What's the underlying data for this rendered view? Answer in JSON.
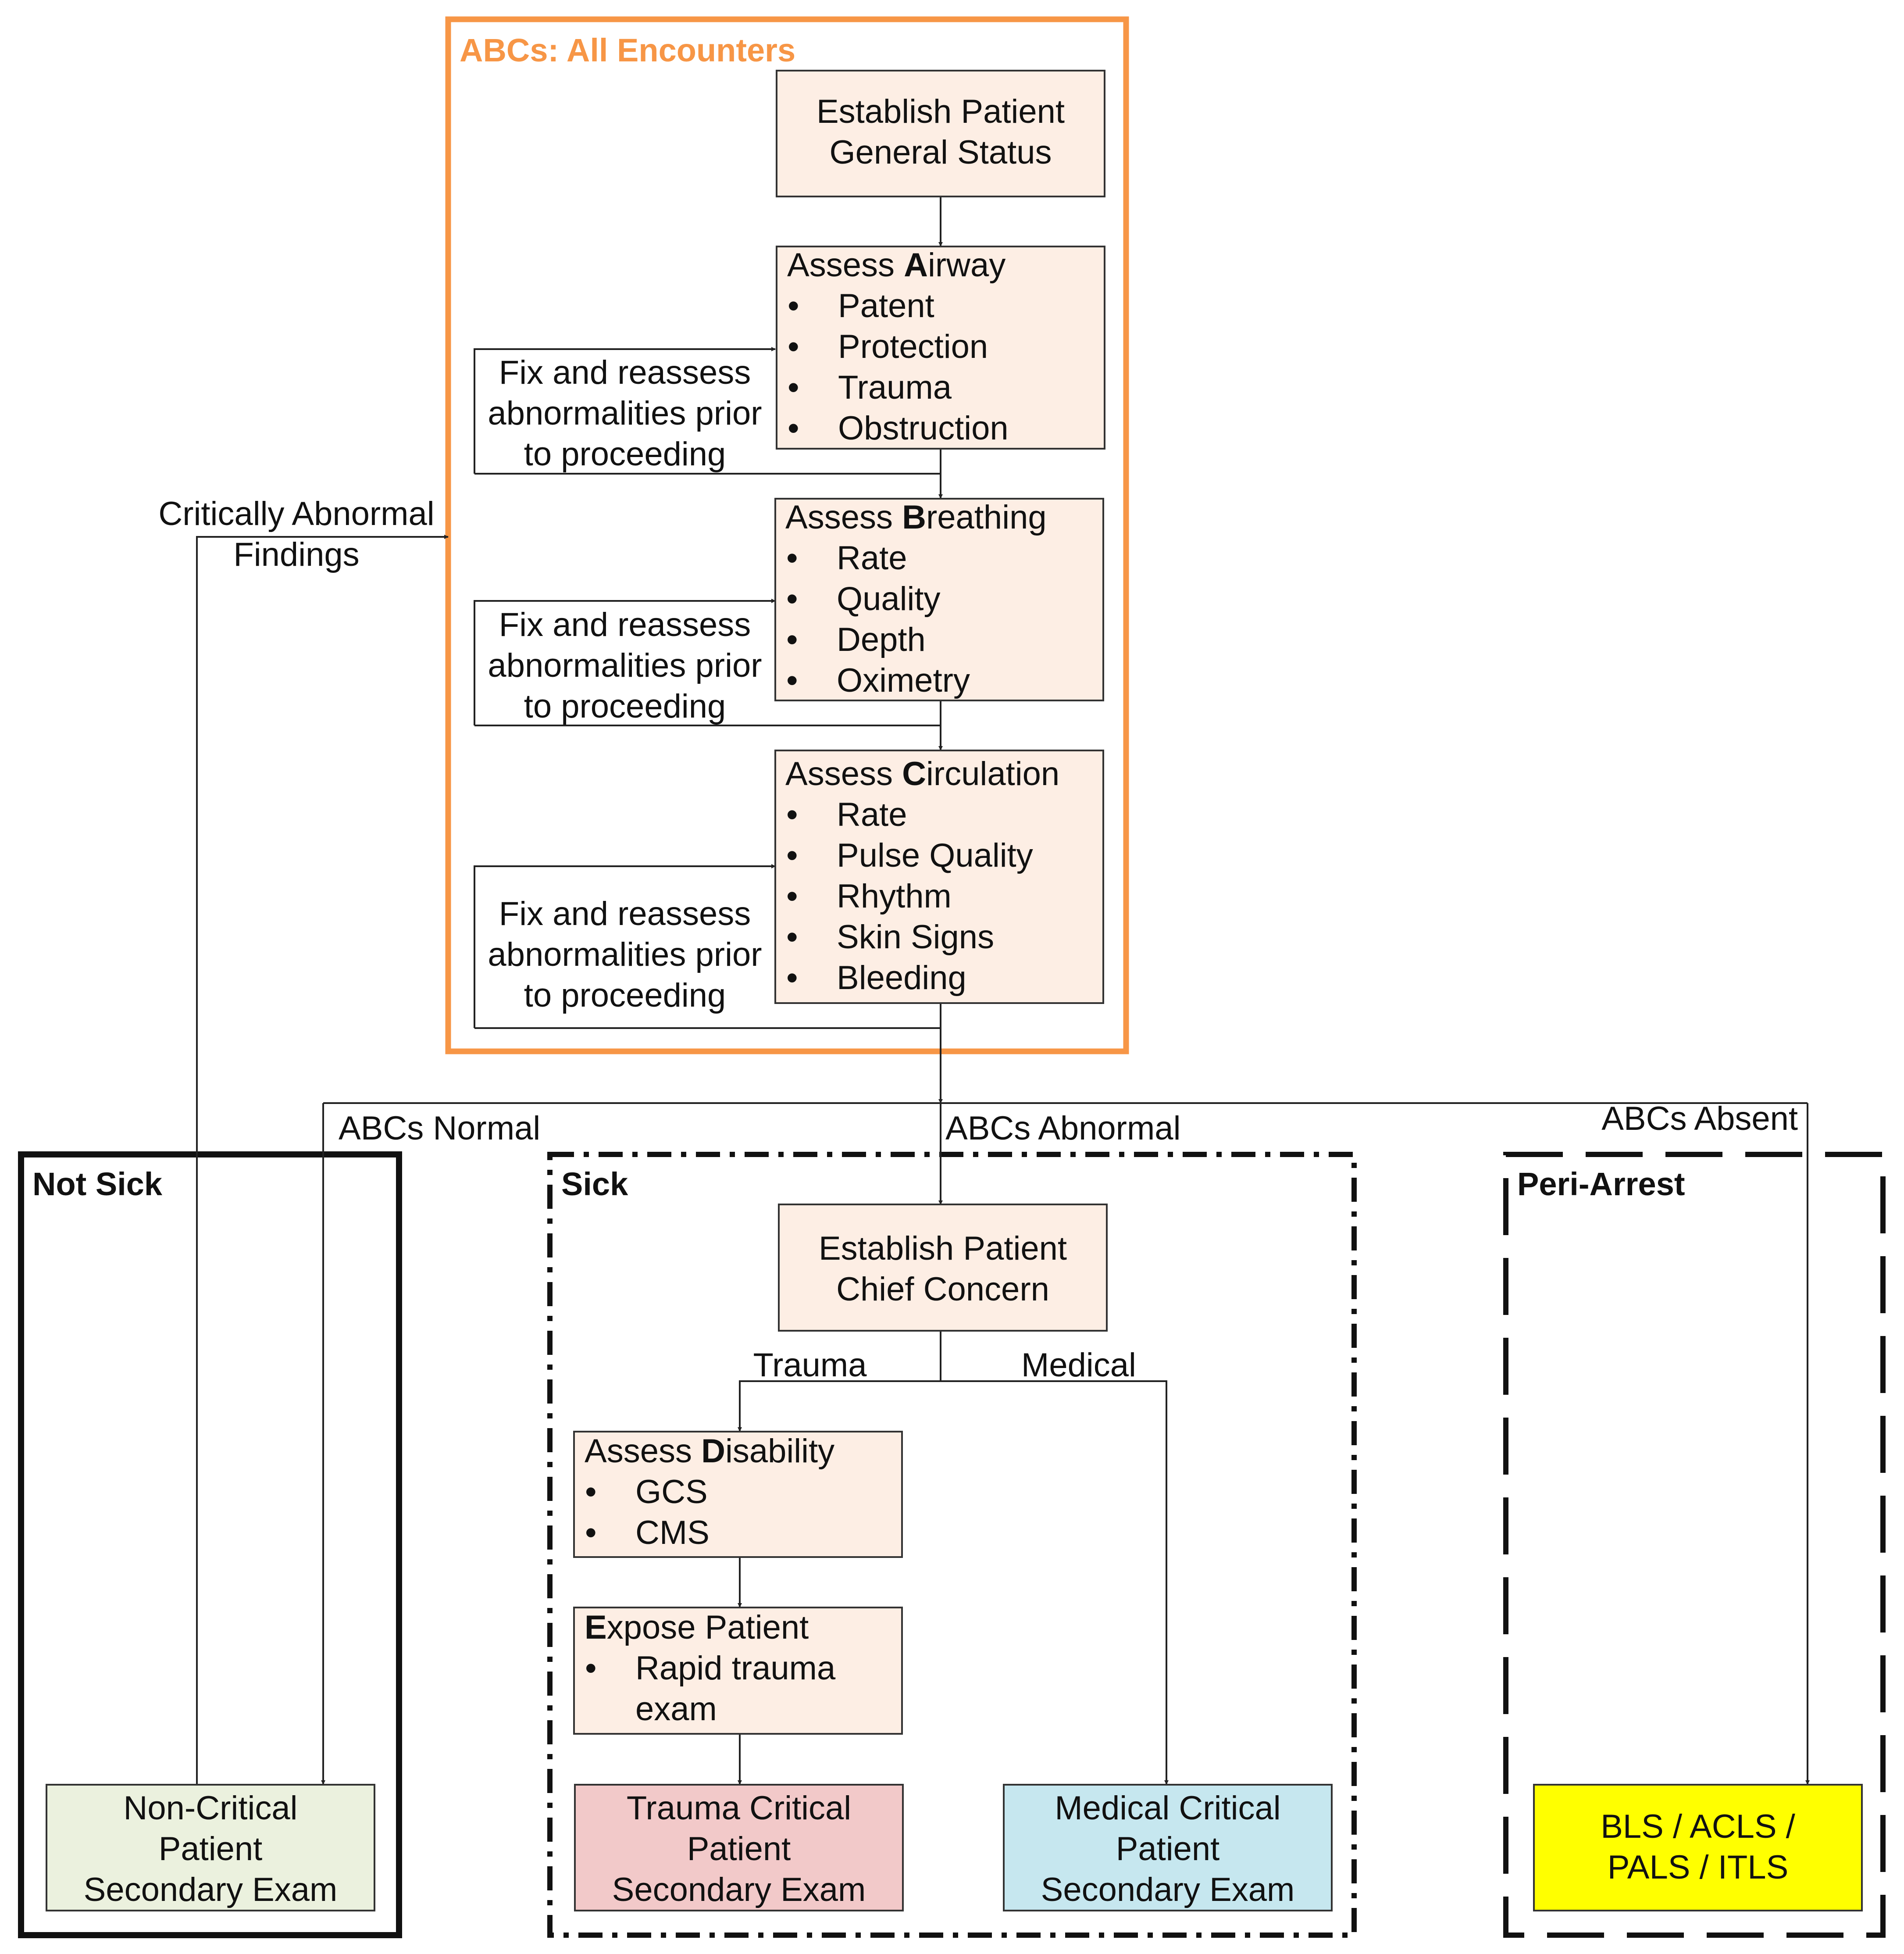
{
  "abc_group": {
    "title": "ABCs: All Encounters",
    "color": "#f79646"
  },
  "nodes": {
    "general_status": {
      "lines": [
        "Establish Patient",
        "General Status"
      ]
    },
    "airway": {
      "heading_pre": "Assess ",
      "heading_bold": "A",
      "heading_post": "irway",
      "items": [
        "Patent",
        "Protection",
        "Trauma",
        "Obstruction"
      ]
    },
    "breathing": {
      "heading_pre": "Assess ",
      "heading_bold": "B",
      "heading_post": "reathing",
      "items": [
        "Rate",
        "Quality",
        "Depth",
        "Oximetry"
      ]
    },
    "circulation": {
      "heading_pre": "Assess ",
      "heading_bold": "C",
      "heading_post": "irculation",
      "items": [
        "Rate",
        "Pulse Quality",
        "Rhythm",
        "Skin Signs",
        "Bleeding"
      ]
    },
    "fix_1": {
      "lines": [
        "Fix and reassess",
        "abnormalities prior",
        "to proceeding"
      ]
    },
    "fix_2": {
      "lines": [
        "Fix and reassess",
        "abnormalities prior",
        "to proceeding"
      ]
    },
    "fix_3": {
      "lines": [
        "Fix and reassess",
        "abnormalities prior",
        "to proceeding"
      ]
    },
    "chief_concern": {
      "lines": [
        "Establish Patient",
        "Chief Concern"
      ]
    },
    "disability": {
      "heading_pre": "Assess ",
      "heading_bold": "D",
      "heading_post": "isability",
      "items": [
        "GCS",
        "CMS"
      ]
    },
    "expose": {
      "heading_pre": "",
      "heading_bold": "E",
      "heading_post": "xpose Patient",
      "items": [
        "Rapid trauma",
        "exam"
      ]
    },
    "non_critical": {
      "lines": [
        "Non-Critical",
        "Patient",
        "Secondary Exam"
      ],
      "fill": "#ebf1de"
    },
    "trauma_critical": {
      "lines": [
        "Trauma Critical",
        "Patient",
        "Secondary Exam"
      ],
      "fill": "#f2c9c9"
    },
    "medical_critical": {
      "lines": [
        "Medical Critical",
        "Patient",
        "Secondary Exam"
      ],
      "fill": "#c6e7ef"
    },
    "bls": {
      "lines": [
        "BLS / ACLS /",
        "PALS / ITLS"
      ],
      "fill": "#ffff00"
    }
  },
  "step_fill": "#fdeee4",
  "groups": {
    "not_sick": "Not Sick",
    "sick": "Sick",
    "peri_arrest": "Peri-Arrest"
  },
  "edge_labels": {
    "critically_abnormal": [
      "Critically Abnormal",
      "Findings"
    ],
    "abcs_normal": "ABCs Normal",
    "abcs_abnormal": "ABCs Abnormal",
    "abcs_absent": "ABCs Absent",
    "trauma": "Trauma",
    "medical": "Medical"
  }
}
